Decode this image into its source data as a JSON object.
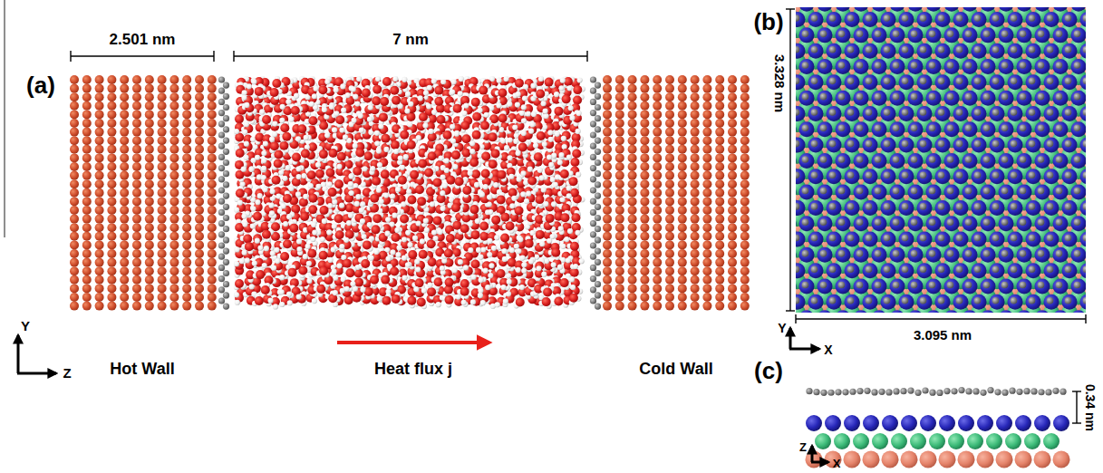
{
  "diagram": {
    "labels": [
      "(a)",
      "2.501 nm",
      "7 nm",
      "Y",
      "Z",
      "Hot Wall",
      "Heat flux j",
      "Cold Wall",
      "(b)",
      "3.328 nm",
      "Y",
      "X",
      "3.095 nm",
      "(c)",
      "0.34 nm",
      "Z",
      "X"
    ]
  }
}
